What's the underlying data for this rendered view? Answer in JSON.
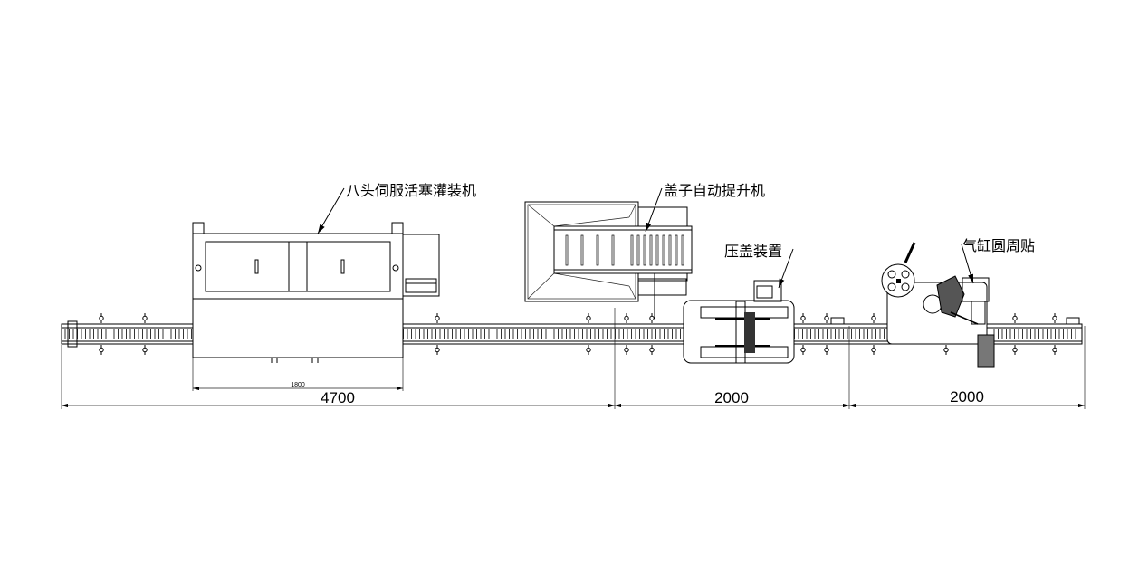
{
  "labels": {
    "filler": "八头伺服活塞灌装机",
    "cap_elevator": "盖子自动提升机",
    "capping": "压盖装置",
    "labeler": "气缸圆周贴"
  },
  "dimensions": {
    "filler_width": "1800",
    "section1": "4700",
    "section2": "2000",
    "section3": "2000"
  }
}
